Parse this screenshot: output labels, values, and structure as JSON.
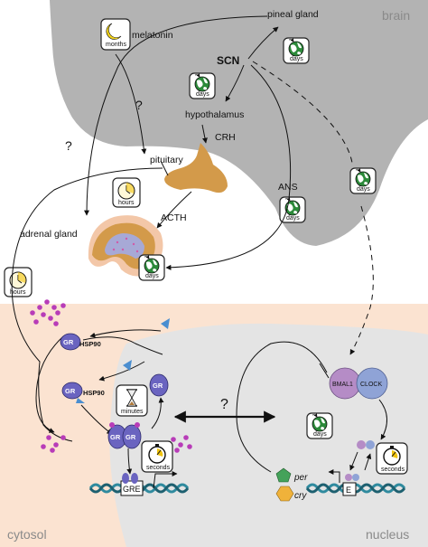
{
  "regions": {
    "brain": "brain",
    "cytosol": "cytosol",
    "nucleus": "nucleus"
  },
  "labels": {
    "pineal_gland": "pineal gland",
    "melatonin": "melatonin",
    "scn": "SCN",
    "hypothalamus": "hypothalamus",
    "crh": "CRH",
    "pituitary": "pituitary",
    "acth": "ACTH",
    "ans": "ANS",
    "adrenal_gland": "adrenal gland",
    "question_mark": "?",
    "gre": "GRE",
    "e_box": "E",
    "hsp90": "HSP90",
    "gr": "GR",
    "bmal1": "BMAL1",
    "clock": "CLOCK",
    "per": "per",
    "cry": "cry"
  },
  "timescales": {
    "months": "months",
    "days": "days",
    "hours": "hours",
    "minutes": "minutes",
    "seconds": "seconds"
  },
  "colors": {
    "brain": "#b3b3b3",
    "cytosol": "#fbe3d1",
    "nucleus": "#e4e4e4",
    "gland": "#d39a4a",
    "gr": "#6a64c0",
    "bmal1": "#b58cc6",
    "clock": "#8fa3d6",
    "cortisol": "#b83cb8",
    "ligand": "#4a8ed0",
    "dna": "#2f8a9e",
    "per": "#44a25a",
    "cry": "#f0b23a",
    "earth": "#2c8a3a"
  }
}
